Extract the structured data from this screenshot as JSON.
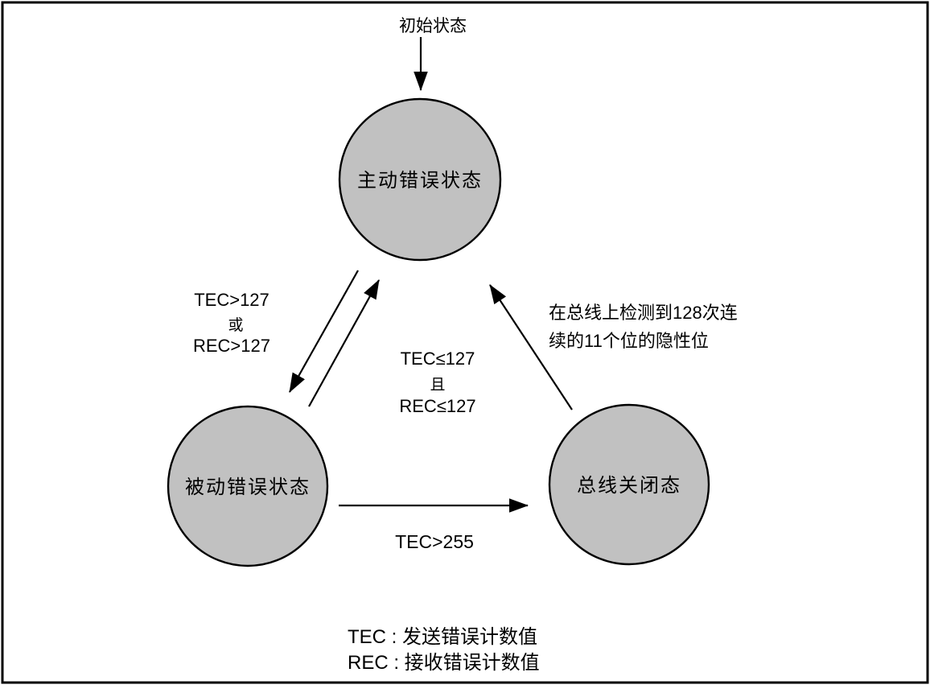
{
  "diagram": {
    "initial_label": "初始状态",
    "states": {
      "active_error": "主动错误状态",
      "passive_error": "被动错误状态",
      "bus_off": "总线关闭态"
    },
    "transitions": {
      "active_to_passive": {
        "line1": "TEC>127",
        "op": "或",
        "line2": "REC>127"
      },
      "passive_to_active": {
        "line1": "TEC≤127",
        "op": "且",
        "line2": "REC≤127"
      },
      "passive_to_busoff": "TEC>255",
      "busoff_to_active": {
        "line1": "在总线上检测到128次连",
        "line2": "续的11个位的隐性位"
      }
    },
    "legend": {
      "line1": "TEC : 发送错误计数值",
      "line2": "REC : 接收错误计数值"
    },
    "colors": {
      "circle_fill": "#c1c1c1",
      "stroke": "#000000",
      "background": "#ffffff"
    }
  }
}
